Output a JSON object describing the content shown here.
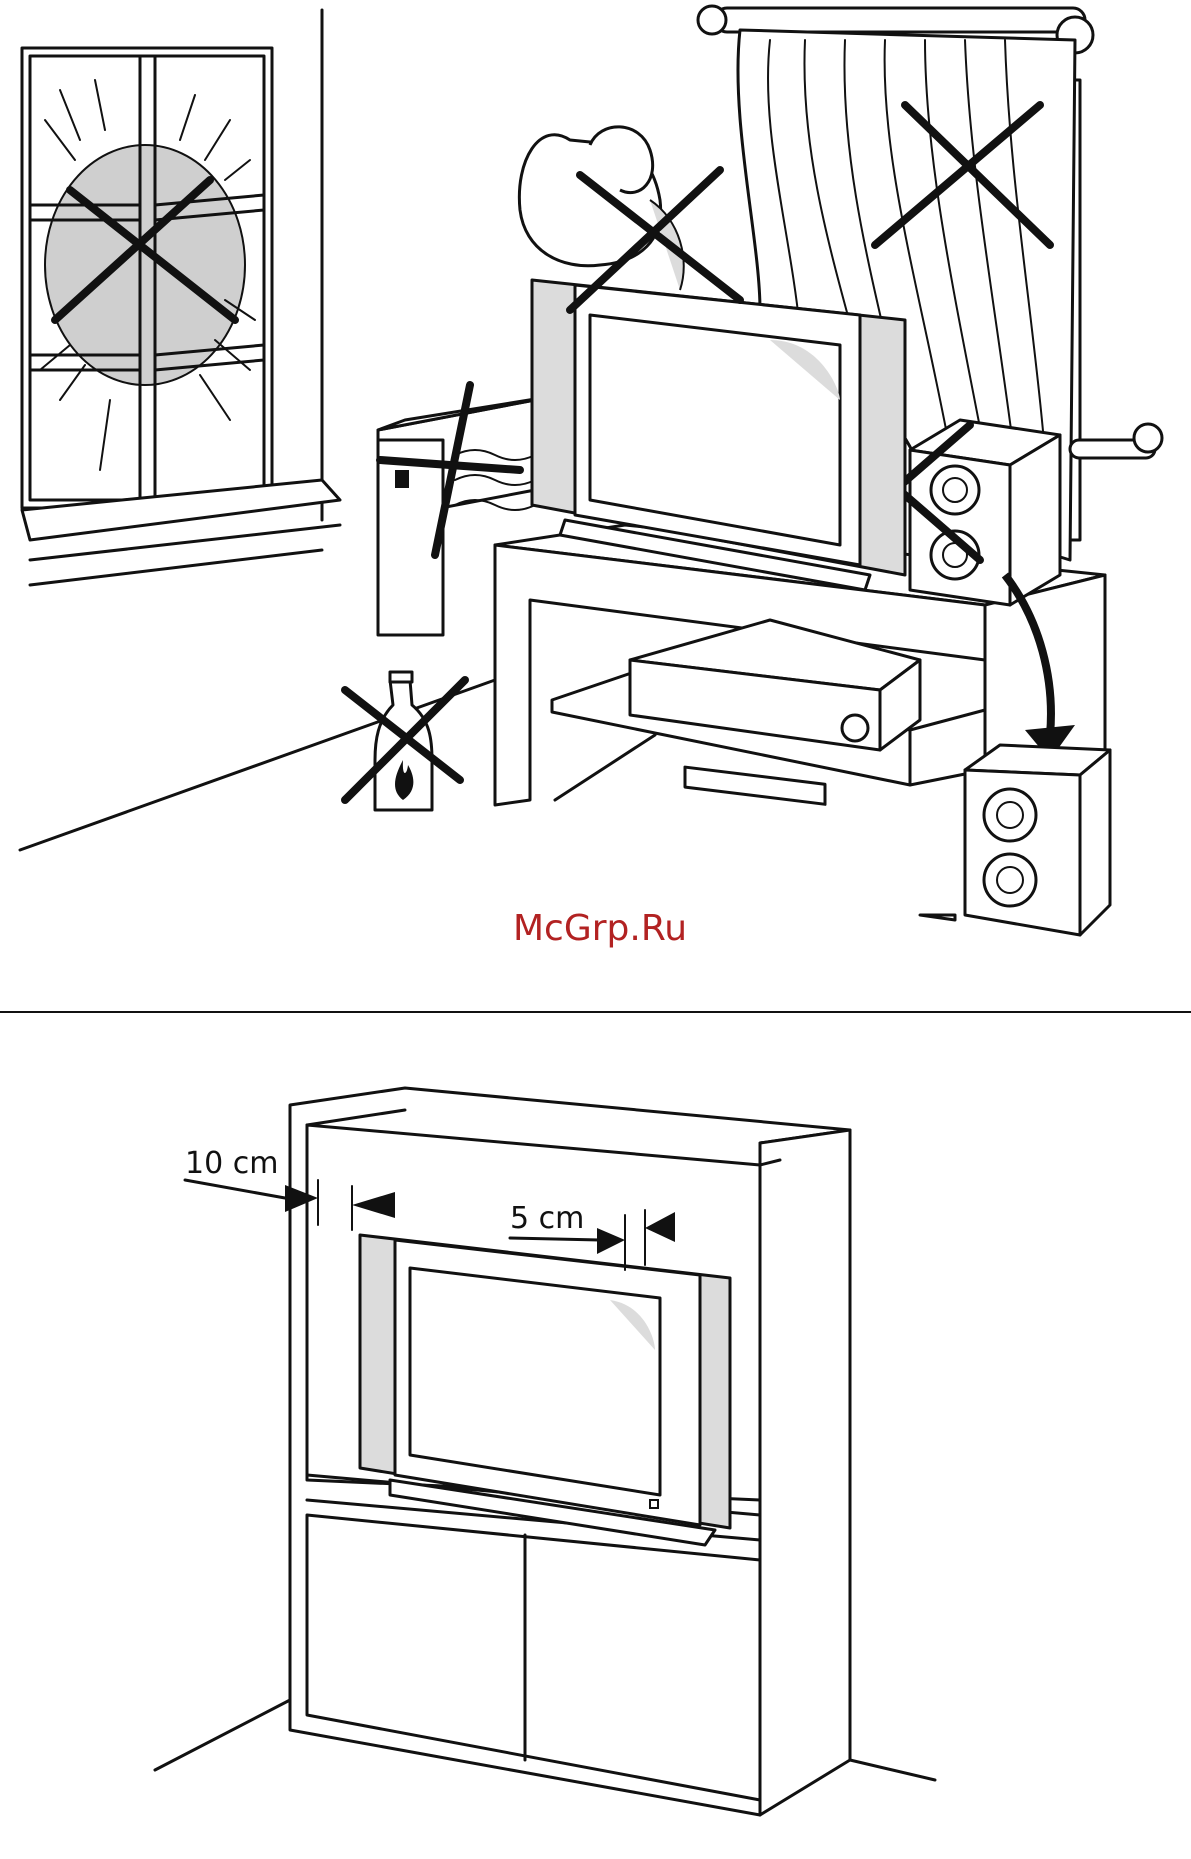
{
  "watermark": {
    "text": "McGrp.Ru",
    "color": "#b22222"
  },
  "colors": {
    "line": "#111111",
    "fill_light": "#dddddd",
    "fill_mid": "#cccccc",
    "background": "#ffffff"
  },
  "top_illustration": {
    "prohibited_items": [
      "window-sunlight",
      "vase-on-tv",
      "curtain",
      "radiator",
      "flammable-bottle",
      "speaker-on-stand"
    ],
    "allowed_items": [
      "speaker-on-floor",
      "tv-stand",
      "dvd-player",
      "television"
    ]
  },
  "bottom_illustration": {
    "labels": {
      "top_clearance": "10 cm",
      "side_clearance": "5 cm"
    }
  }
}
